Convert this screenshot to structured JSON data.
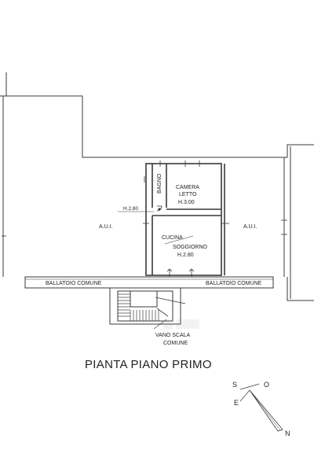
{
  "plan": {
    "title": "PIANTA PIANO PRIMO",
    "stroke_color": "#3a3a3a",
    "rooms": {
      "bagno": "BAGNO",
      "camera_letto_line1": "CAMERA",
      "camera_letto_line2": "LETTO",
      "camera_letto_height": "H.3.00",
      "corridor_height": "H.2.80",
      "cucina_soggiorno_line1": "CUCINA",
      "cucina_soggiorno_line2": "SOGGIORNO",
      "cucina_soggiorno_height": "H.2.80",
      "aui_left": "A.U.I.",
      "aui_right": "A.U.I.",
      "ballatoio_left": "BALLATOIO COMUNE",
      "ballatoio_right": "BALLATOIO COMUNE",
      "vano_scala_line1": "VANO SCALA",
      "vano_scala_line2": "COMUNE"
    },
    "compass": {
      "s": "S",
      "o": "O",
      "e": "E",
      "n": "N"
    }
  }
}
